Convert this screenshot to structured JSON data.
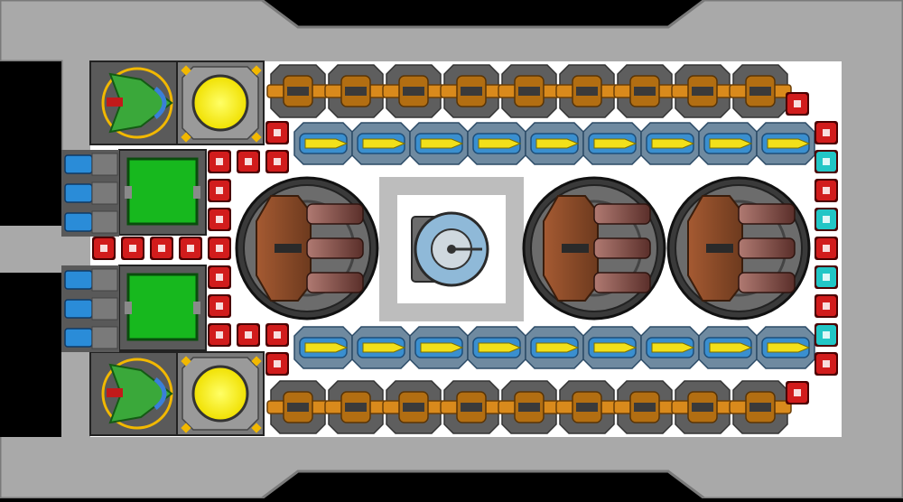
{
  "scene": {
    "type": "ship-blueprint",
    "colors": {
      "background": "#000000",
      "hull": "#a9a9a9",
      "hull_edge": "#8c8c8c",
      "deck": "#ffffff",
      "reactor_pad": "#bdbdbd",
      "armor_block": "#d11c1c",
      "shield_block": "#22c6c6",
      "energy_core": "#ffff00",
      "cargo_panel": "#17b81e",
      "thruster": "#2a8cd8",
      "fighter_bay": "#3aa83a",
      "orange_cannon": "#d98a1c",
      "blue_missile": "#3a8fcf",
      "missile_tip": "#f2e01a",
      "turret_brown": "#8b4a2a"
    }
  },
  "modules": {
    "fighter_bays": [
      "fighter-bay",
      "fighter-bay"
    ],
    "energy_cores": [
      "energy-core",
      "energy-core"
    ],
    "cargo_panels": [
      "cargo-panel",
      "cargo-panel"
    ],
    "thrusters": 6,
    "orange_cannons_per_row": 9,
    "blue_missiles_per_row": 9,
    "heavy_turrets": 3,
    "command_center": "reactor-dome"
  }
}
